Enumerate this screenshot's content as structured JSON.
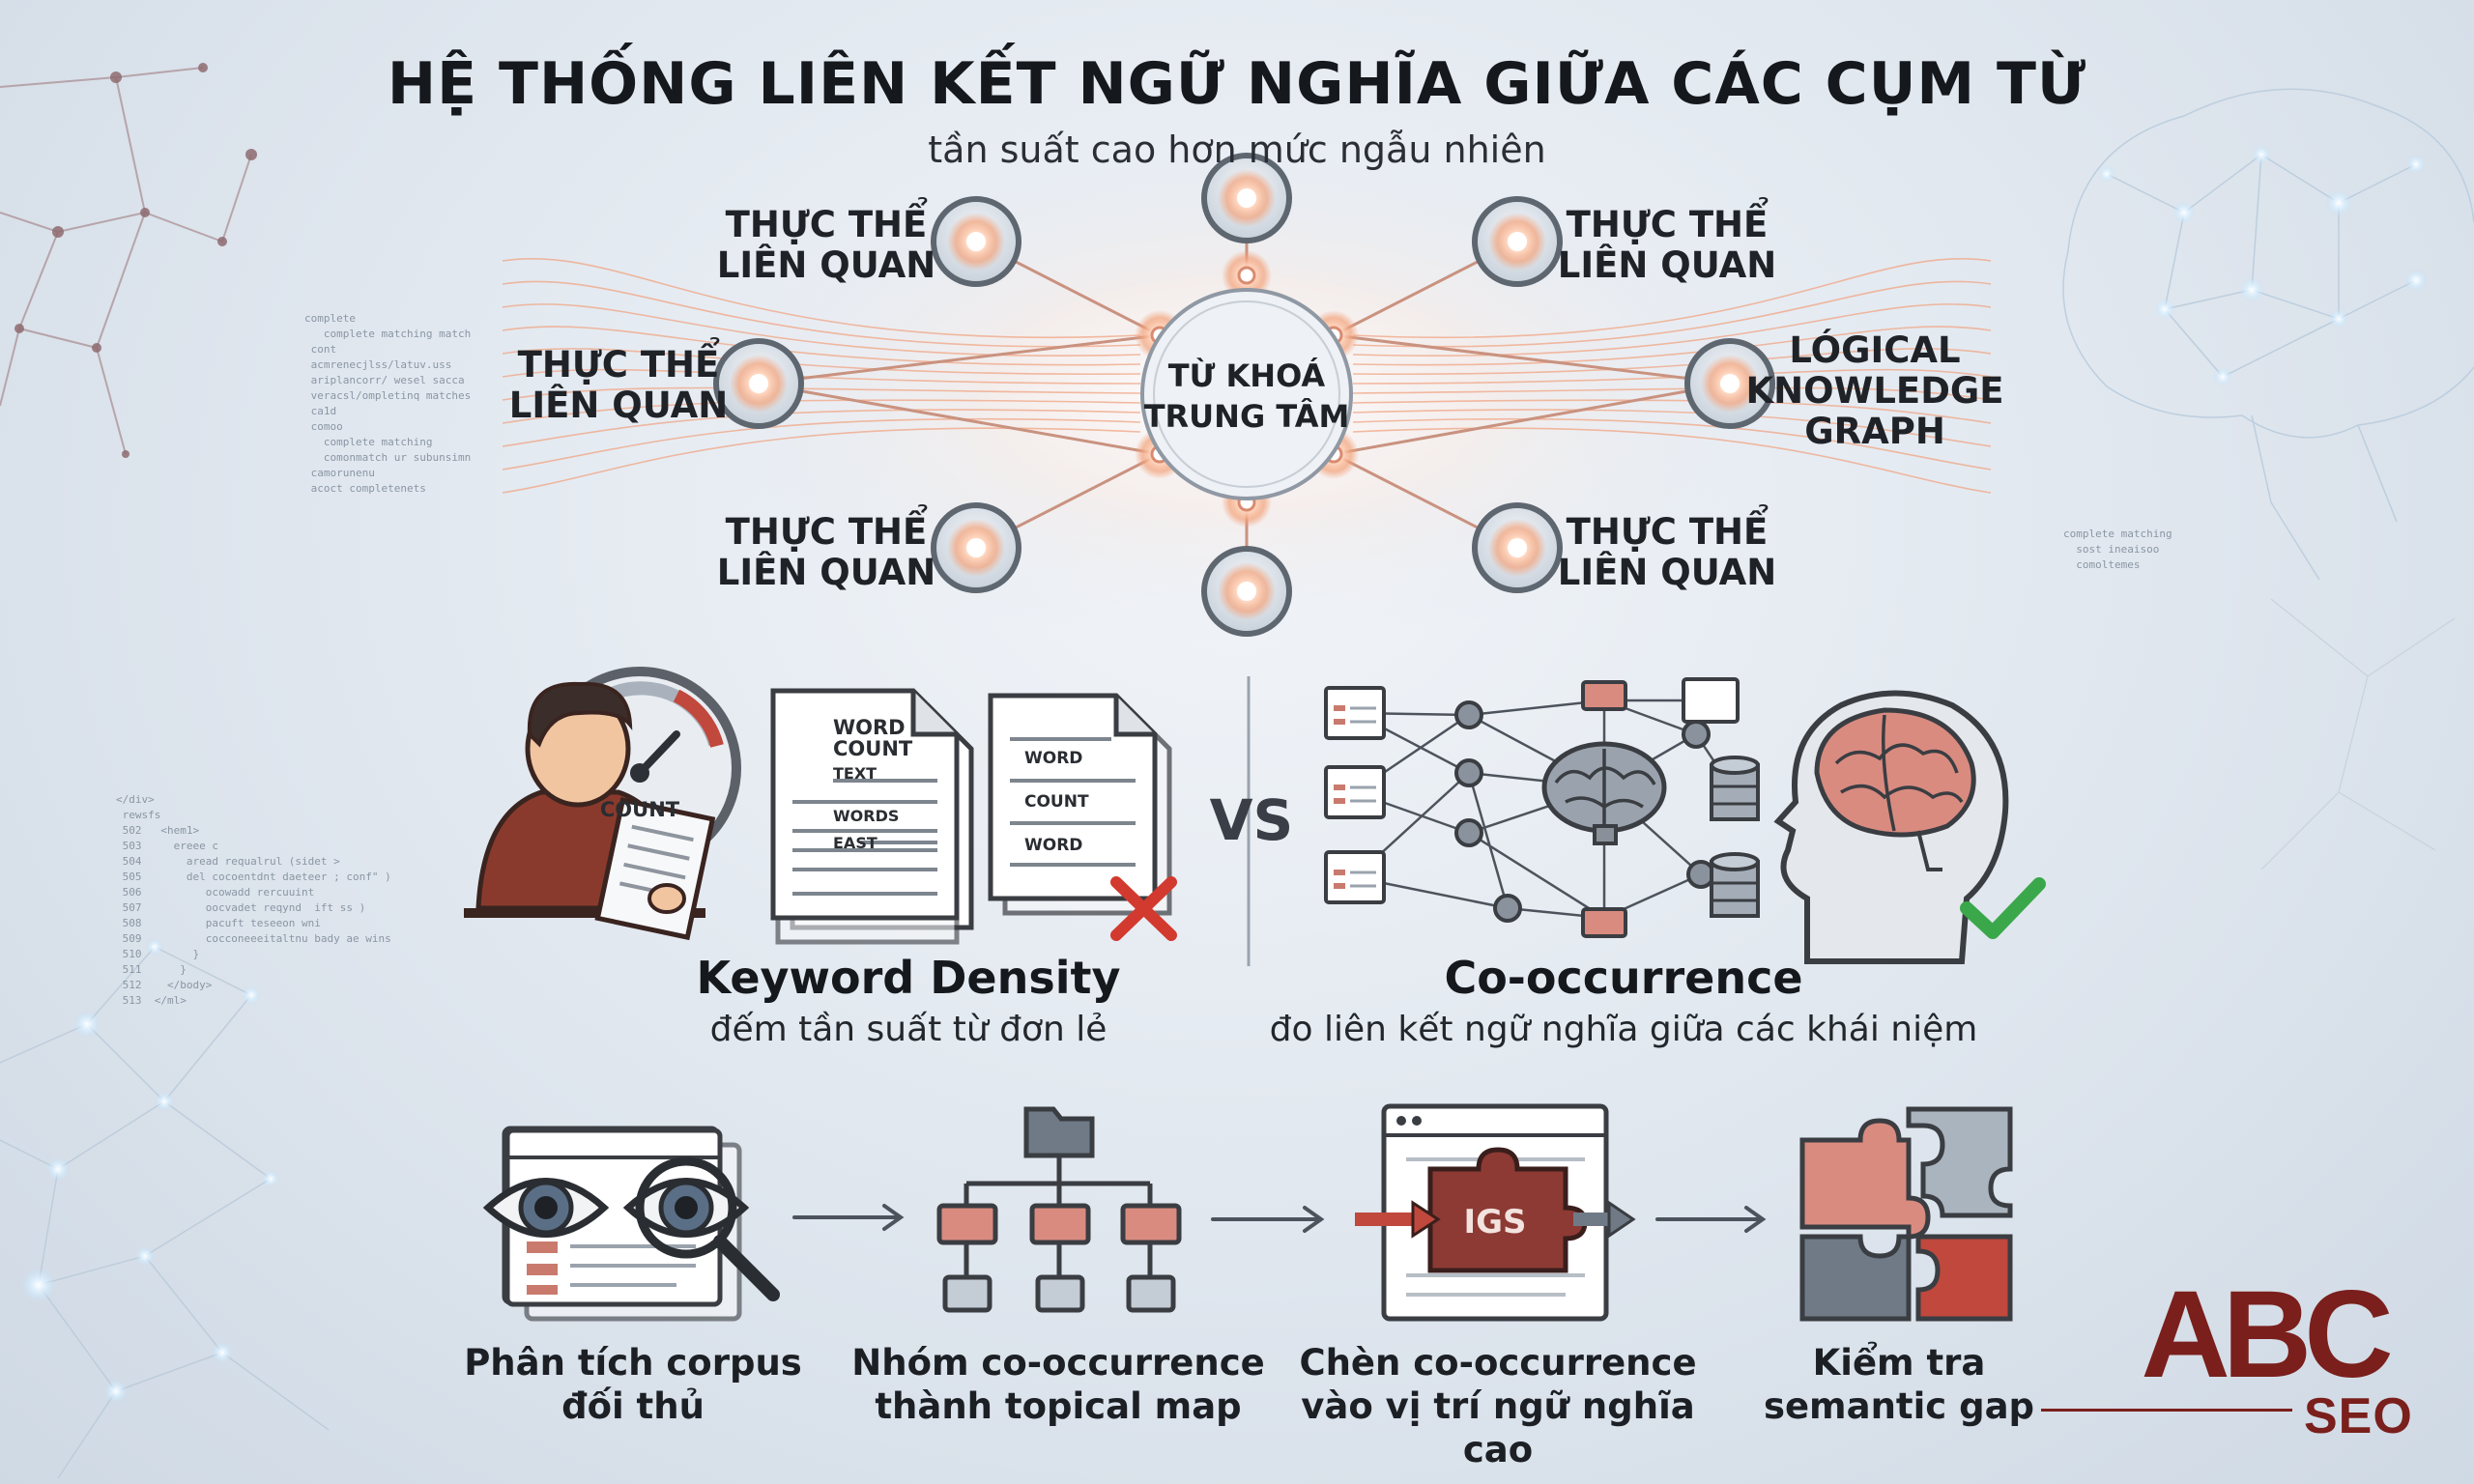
{
  "header": {
    "title": "HỆ THỐNG LIÊN KẾT NGỮ NGHĨA GIỮA CÁC CỤM TỪ",
    "subtitle": "tần suất cao hơn mức ngẫu nhiên"
  },
  "network": {
    "center_label_line1": "TỪ KHOÁ",
    "center_label_line2": "TRUNG TÂM",
    "nodes": [
      {
        "line1": "THỰC THỂ",
        "line2": "LIÊN QUAN"
      },
      {
        "line1": "THỰC THỂ",
        "line2": "LIÊN QUAN"
      },
      {
        "line1": "THỰC THỂ",
        "line2": "LIÊN QUAN"
      },
      {
        "line1": "THỰC THỂ",
        "line2": "LIÊN QUAN"
      },
      {
        "line1": "THỰC THỂ",
        "line2": "LIÊN QUAN"
      },
      {
        "line1": "LÓGICAL",
        "line2": "KNOWLEDGE",
        "line3": "GRAPH"
      }
    ]
  },
  "comparison": {
    "left": {
      "title": "Keyword Density",
      "subtitle": "đếm tần suất từ đơn lẻ",
      "gauge_label": "COUNT",
      "doc1": [
        "WORD",
        "COUNT",
        "TEXT",
        "WORDS",
        "EAST"
      ],
      "doc2": [
        "WORD",
        "COUNT",
        "WORD"
      ]
    },
    "vs_label": "VS",
    "right": {
      "title": "Co-occurrence",
      "subtitle": "đo liên kết ngữ nghĩa giữa các khái niệm"
    }
  },
  "steps": [
    {
      "line1": "Phân tích corpus",
      "line2": "đối thủ",
      "icon": "eyes-magnifier-icon"
    },
    {
      "line1": "Nhóm co-occurrence",
      "line2": "thành topical map",
      "icon": "hierarchy-folder-icon"
    },
    {
      "line1": "Chèn co-occurrence",
      "line2": "vào vị trí ngữ nghĩa cao",
      "icon": "igs-puzzle-icon",
      "badge": "IGS"
    },
    {
      "line1": "Kiểm tra",
      "line2": "semantic gap",
      "icon": "puzzle-icon"
    }
  ],
  "logo": {
    "main": "ABC",
    "sub": "SEO"
  },
  "colors": {
    "accent": "#c97a6d",
    "brand": "#7a1f1c",
    "glow": "#f2a27a",
    "check": "#3aa84a",
    "cross": "#d23a2f"
  }
}
